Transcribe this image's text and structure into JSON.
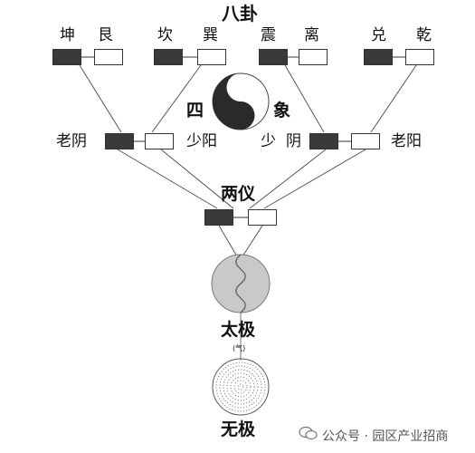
{
  "title": "八卦",
  "trigrams": [
    "坤",
    "艮",
    "坎",
    "巽",
    "震",
    "离",
    "兑",
    "乾"
  ],
  "four_images_label": {
    "left": "四",
    "right": "象"
  },
  "four_images": {
    "old_yin": "老阴",
    "young_yang_left": "少阳",
    "young_yin_part1": "少",
    "young_yin_part2": "阴",
    "old_yang": "老阳"
  },
  "two_modes": "两仪",
  "taiji": "太极",
  "taiji_sub": "(气)",
  "wuji": "无极",
  "watermark": "公众号 · 园区产业招商",
  "colors": {
    "yin": "#3a3a3a",
    "yang": "#ffffff",
    "line": "#555555",
    "disc": "#c9c9c9"
  }
}
